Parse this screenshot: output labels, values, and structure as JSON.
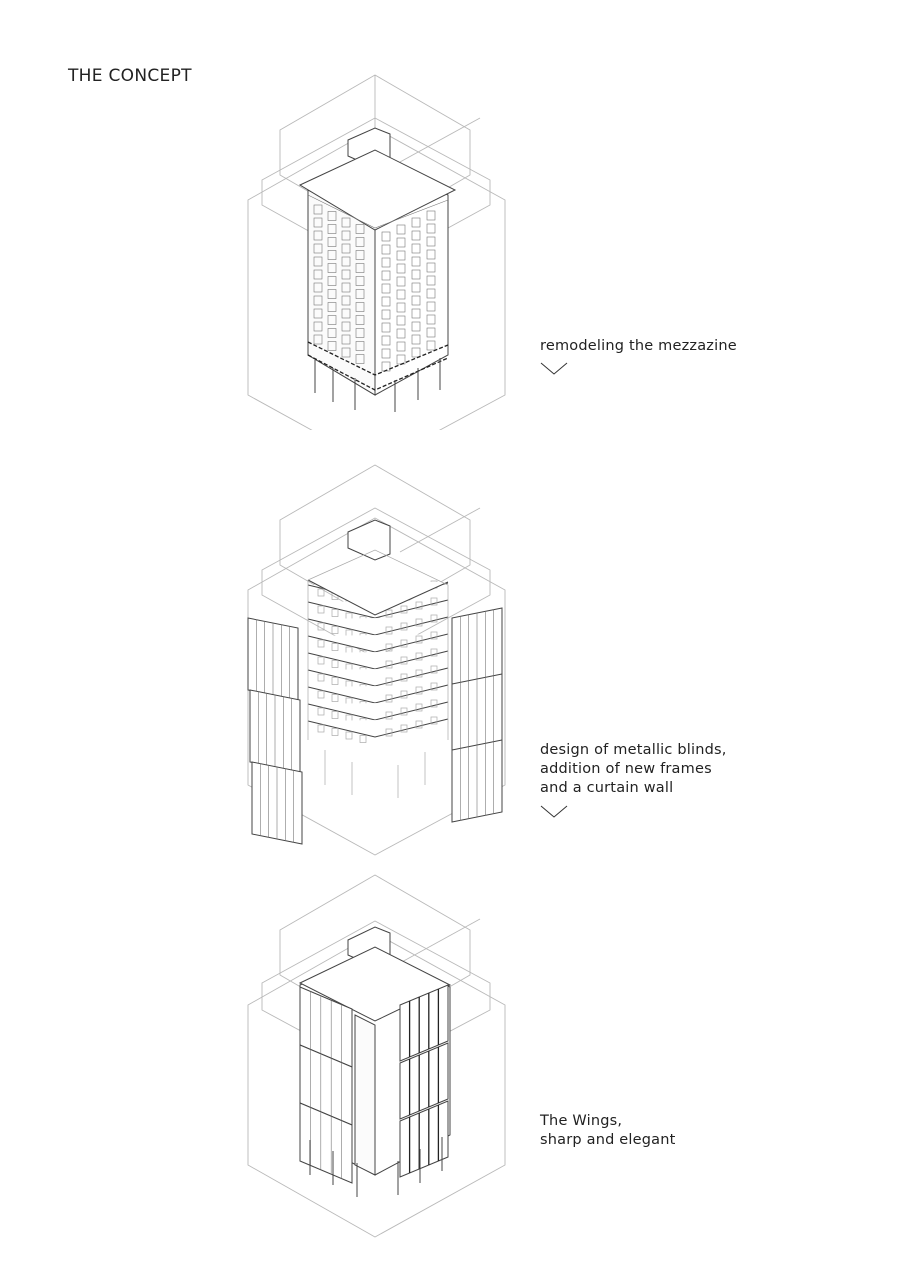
{
  "title": "THE CONCEPT",
  "steps": [
    {
      "caption_lines": [
        "remodeling the mezzazine"
      ],
      "arrow": "chevron-down"
    },
    {
      "caption_lines": [
        "design of metallic blinds,",
        "addition of new frames",
        "and a curtain wall"
      ],
      "arrow": "chevron-down"
    },
    {
      "caption_lines": [
        "The Wings,",
        "sharp and elegant"
      ],
      "arrow": ""
    }
  ]
}
